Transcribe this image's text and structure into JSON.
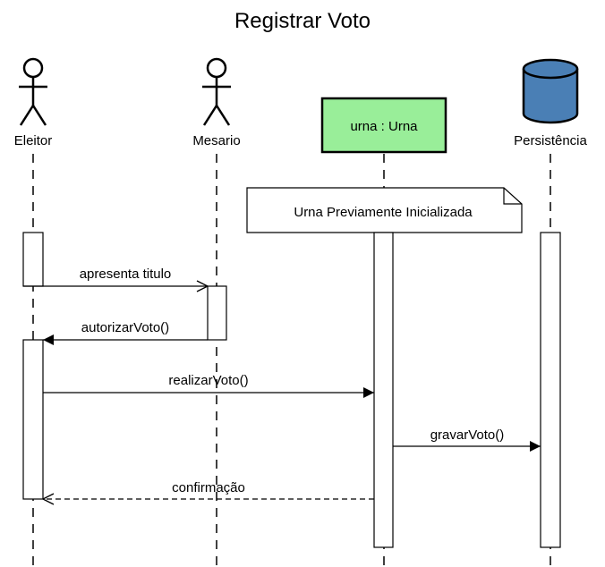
{
  "title": "Registrar Voto",
  "colors": {
    "urna_fill": "#99ee99",
    "db_fill": "#4a7fb5",
    "stroke": "#000000"
  },
  "participants": {
    "eleitor": {
      "label": "Eleitor",
      "icon": "actor-icon"
    },
    "mesario": {
      "label": "Mesario",
      "icon": "actor-icon"
    },
    "urna": {
      "label": "urna : Urna"
    },
    "persistencia": {
      "label": "Persistência",
      "icon": "database-icon"
    }
  },
  "note": "Urna Previamente Inicializada",
  "messages": {
    "m1": "apresenta titulo",
    "m2": "autorizarVoto()",
    "m3": "realizarVoto()",
    "m4": "gravarVoto()",
    "m5": "confirmação"
  }
}
